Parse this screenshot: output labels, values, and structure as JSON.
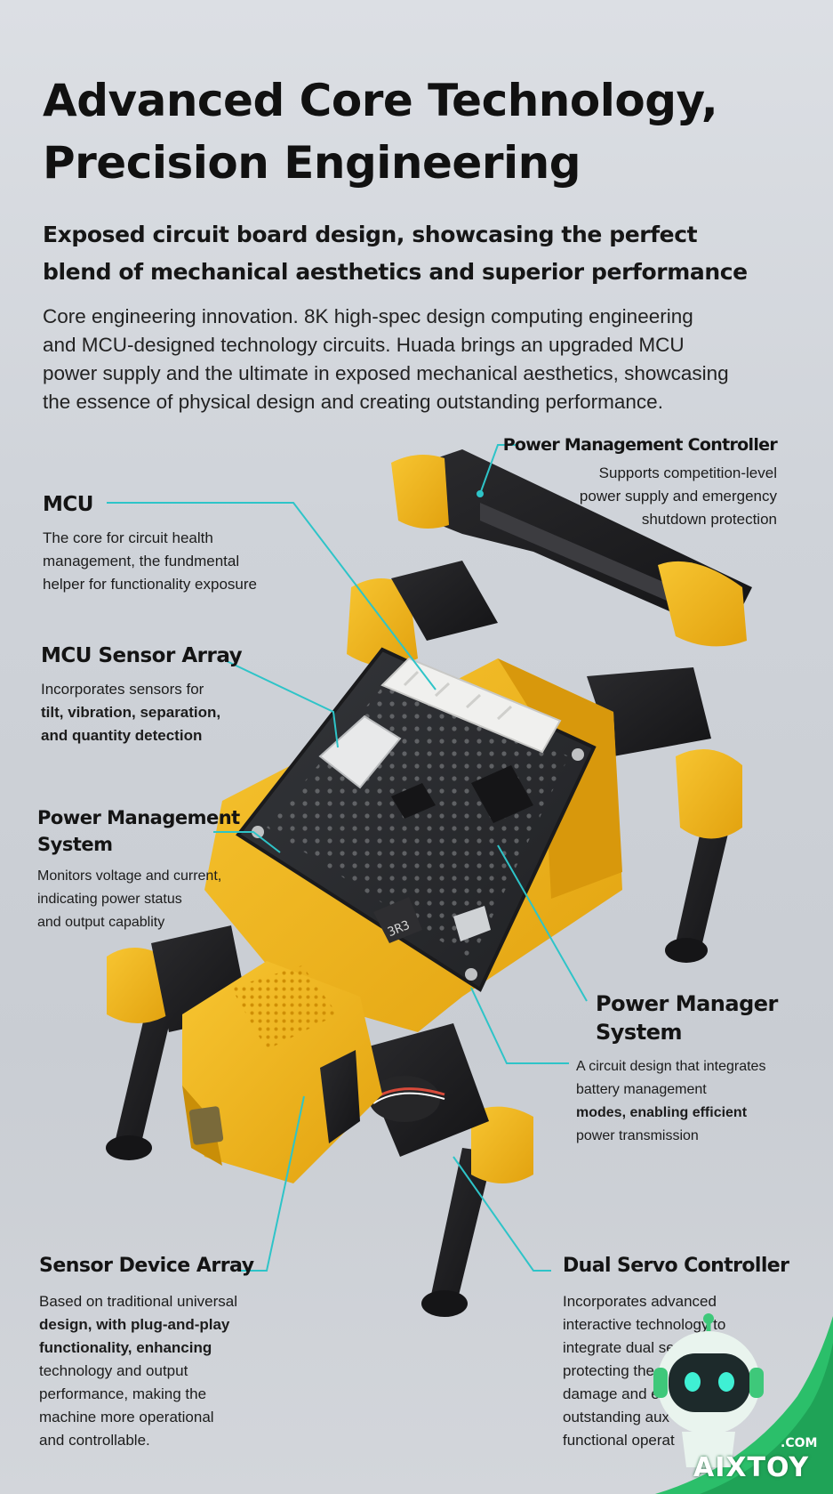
{
  "header": {
    "title_line1": "Advanced Core Technology,",
    "title_line2": "Precision Engineering",
    "subtitle_line1": "Exposed circuit board design, showcasing the perfect",
    "subtitle_line2": "blend of mechanical aesthetics and superior performance",
    "intro_line1": "Core engineering innovation. 8K high-spec design computing engineering",
    "intro_line2": "and MCU-designed technology circuits. Huada brings an upgraded MCU",
    "intro_line3": "power supply and the ultimate in exposed mechanical aesthetics, showcasing",
    "intro_line4": "the essence of physical design and creating outstanding performance."
  },
  "features": {
    "power_controller": {
      "title": "Power Management Controller",
      "desc_line1": "Supports competition-level",
      "desc_line2": "power supply and emergency",
      "desc_line3": "shutdown protection"
    },
    "mcu": {
      "title": "MCU",
      "desc_line1": "The core for circuit health",
      "desc_line2": "management, the fundmental",
      "desc_line3": "helper for functionality exposure"
    },
    "sensor_array": {
      "title": "MCU Sensor Array",
      "desc_line1": "Incorporates sensors for",
      "desc_line2": "tilt, vibration, separation,",
      "desc_line3": "and quantity detection"
    },
    "power_system": {
      "title_line1": "Power Management",
      "title_line2": "System",
      "desc_line1": "Monitors voltage and current,",
      "desc_line2": "indicating power status",
      "desc_line3": "and output capablity"
    },
    "power_manager": {
      "title_line1": "Power Manager",
      "title_line2": "System",
      "desc_line1": "A circuit design that integrates",
      "desc_line2": "battery management",
      "desc_line3": "modes, enabling efficient",
      "desc_line4": "power transmission"
    },
    "sensor_device": {
      "title": "Sensor Device Array",
      "desc_line1": "Based on traditional universal",
      "desc_line2": "design, with plug-and-play",
      "desc_line3": "functionality, enhancing",
      "desc_line4": "technology and output",
      "desc_line5": "performance, making the",
      "desc_line6": "machine more operational",
      "desc_line7": "and controllable."
    },
    "dual_servo": {
      "title": "Dual Servo Controller",
      "desc_line1": "Incorporates advanced",
      "desc_line2": "interactive technology to",
      "desc_line3": "integrate dual servos",
      "desc_line4": "protecting the ma",
      "desc_line5": "damage and en",
      "desc_line6": "outstanding aux",
      "desc_line7": "functional operat"
    }
  },
  "board": {
    "chip_label": "3R3"
  },
  "watermark": {
    "brand": "AIXTOY",
    "tld": ".COM"
  },
  "colors": {
    "accent_line": "#2ec4c8",
    "robot_yellow": "#f2b51c",
    "robot_black": "#1d1d1f",
    "pcb": "#2a2b2e",
    "watermark_green": "#2bbf6a"
  }
}
